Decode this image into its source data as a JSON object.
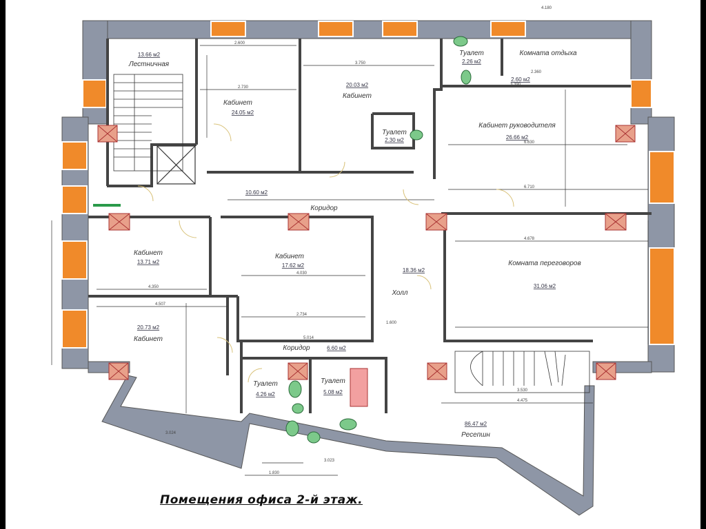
{
  "title": "Помещения офиса 2-й этаж.",
  "rooms": [
    {
      "name": "Лестничная",
      "area": "13.66 м2"
    },
    {
      "name": "Кабинет",
      "area": "24.05 м2"
    },
    {
      "name": "Кабинет",
      "area": "20.03 м2"
    },
    {
      "name": "Туалет",
      "area": "2.26 м2"
    },
    {
      "name": "Комната отдыха",
      "area": "2.60 м2"
    },
    {
      "name": "Кабинет руководителя",
      "area": "26.66 м2"
    },
    {
      "name": "Туалет",
      "area": "2.30 м2"
    },
    {
      "name": "Коридор",
      "area": "10.60 м2"
    },
    {
      "name": "Кабинет",
      "area": "13.71 м2"
    },
    {
      "name": "Кабинет",
      "area": "17.62 м2"
    },
    {
      "name": "Холл",
      "area": "18.36 м2"
    },
    {
      "name": "Комната переговоров",
      "area": "31.06 м2"
    },
    {
      "name": "Кабинет",
      "area": "20.73 м2"
    },
    {
      "name": "Коридор",
      "area": "6.60 м2"
    },
    {
      "name": "Туалет",
      "area": "4.26 м2"
    },
    {
      "name": "Туалет",
      "area": "5.08 м2"
    },
    {
      "name": "Ресепшн",
      "area": "86.47 м2"
    }
  ],
  "dimensions": [
    "2.600",
    "2.730",
    "3.750",
    "4.180",
    "2.360",
    "3.390",
    "6.630",
    "6.710",
    "4.350",
    "4.507",
    "4.030",
    "2.734",
    "5.014",
    "1.600",
    "3.023",
    "4.475",
    "3.530",
    "4.678",
    "3.024",
    "1.830"
  ],
  "colors": {
    "wall": "#8e96a6",
    "window": "#f08a2a",
    "column": "#e8a08a",
    "fixture": "#7cc98a",
    "bath": "#f2a0a0"
  }
}
